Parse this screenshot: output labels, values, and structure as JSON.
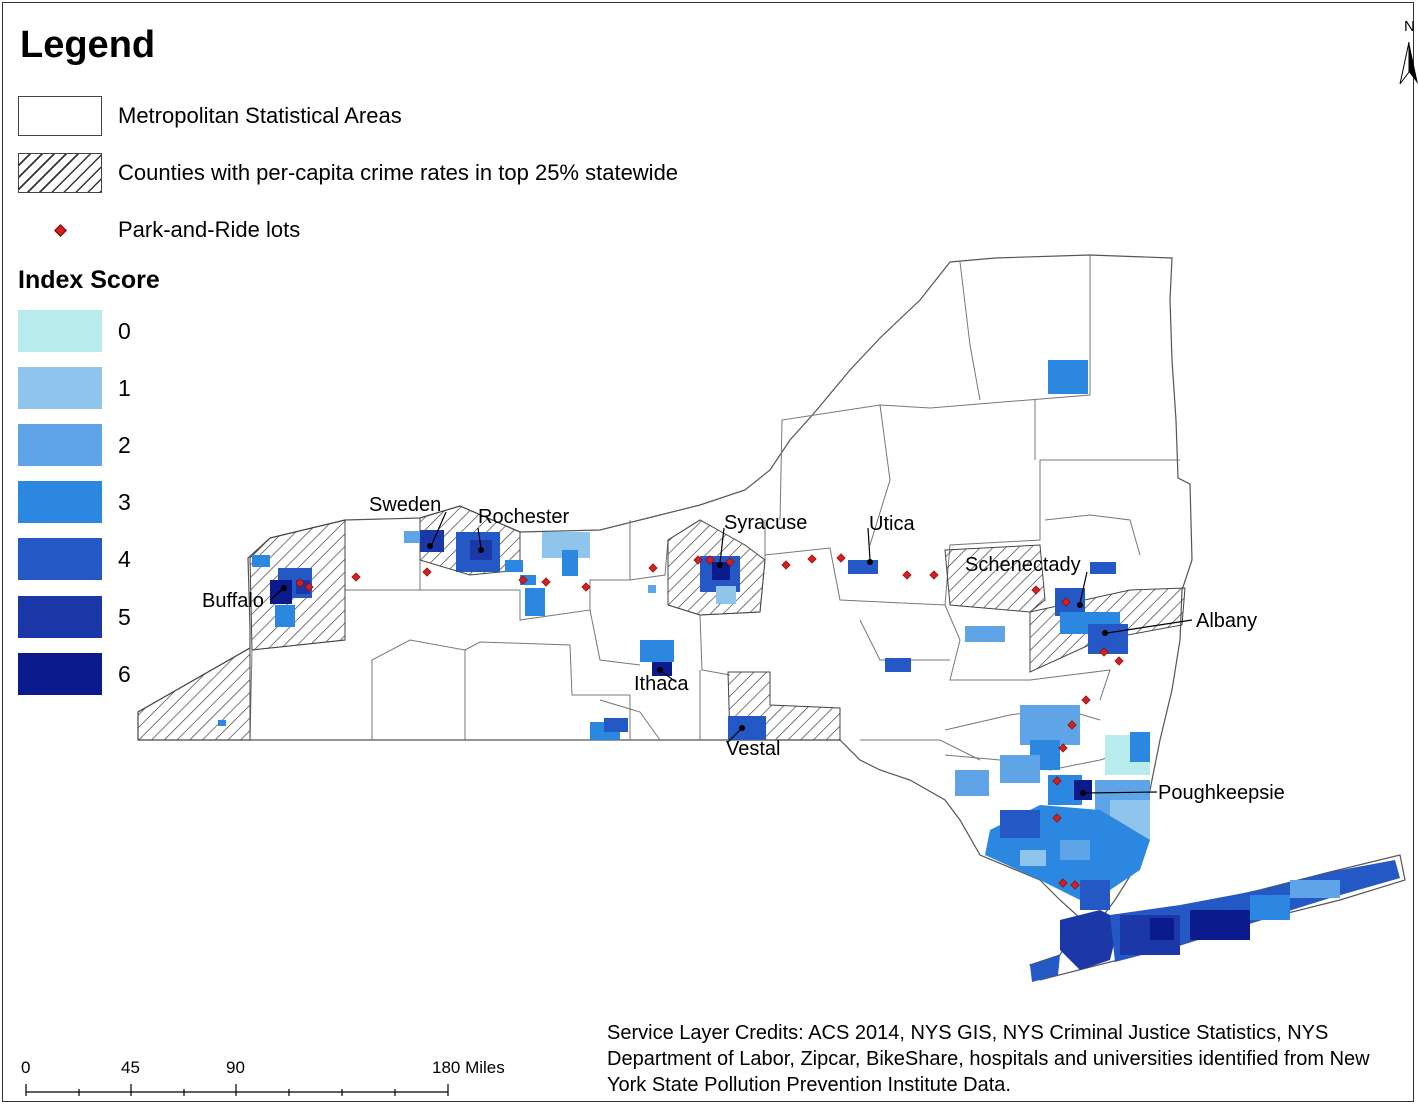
{
  "legend": {
    "title": "Legend",
    "items": [
      {
        "label": "Metropolitan Statistical Areas",
        "symbol": "outline"
      },
      {
        "label": "Counties with per-capita crime rates in top 25% statewide",
        "symbol": "hatch"
      },
      {
        "label": "Park-and-Ride lots",
        "symbol": "red-dot"
      }
    ]
  },
  "index_score": {
    "title": "Index Score",
    "classes": [
      {
        "label": "0",
        "color": "#b9ecec"
      },
      {
        "label": "1",
        "color": "#8fc4ec"
      },
      {
        "label": "2",
        "color": "#5ea4e6"
      },
      {
        "label": "3",
        "color": "#2b87e0"
      },
      {
        "label": "4",
        "color": "#2458c4"
      },
      {
        "label": "5",
        "color": "#1b37a8"
      },
      {
        "label": "6",
        "color": "#0b1a8c"
      }
    ]
  },
  "cities": [
    "Buffalo",
    "Sweden",
    "Rochester",
    "Syracuse",
    "Utica",
    "Schenectady",
    "Albany",
    "Ithaca",
    "Vestal",
    "Poughkeepsie"
  ],
  "scale_bar": {
    "labels": [
      "0",
      "45",
      "90",
      "180 Miles"
    ]
  },
  "north_arrow": {
    "label": "N"
  },
  "credits": "Service Layer Credits: ACS 2014, NYS GIS, NYS Criminal Justice Statistics, NYS Department of Labor, Zipcar, BikeShare, hospitals and universities identified from New York State Pollution Prevention Institute Data.",
  "colors": {
    "park_and_ride": "#d21f1f",
    "boundary": "#555555",
    "hatch": "#333333"
  }
}
